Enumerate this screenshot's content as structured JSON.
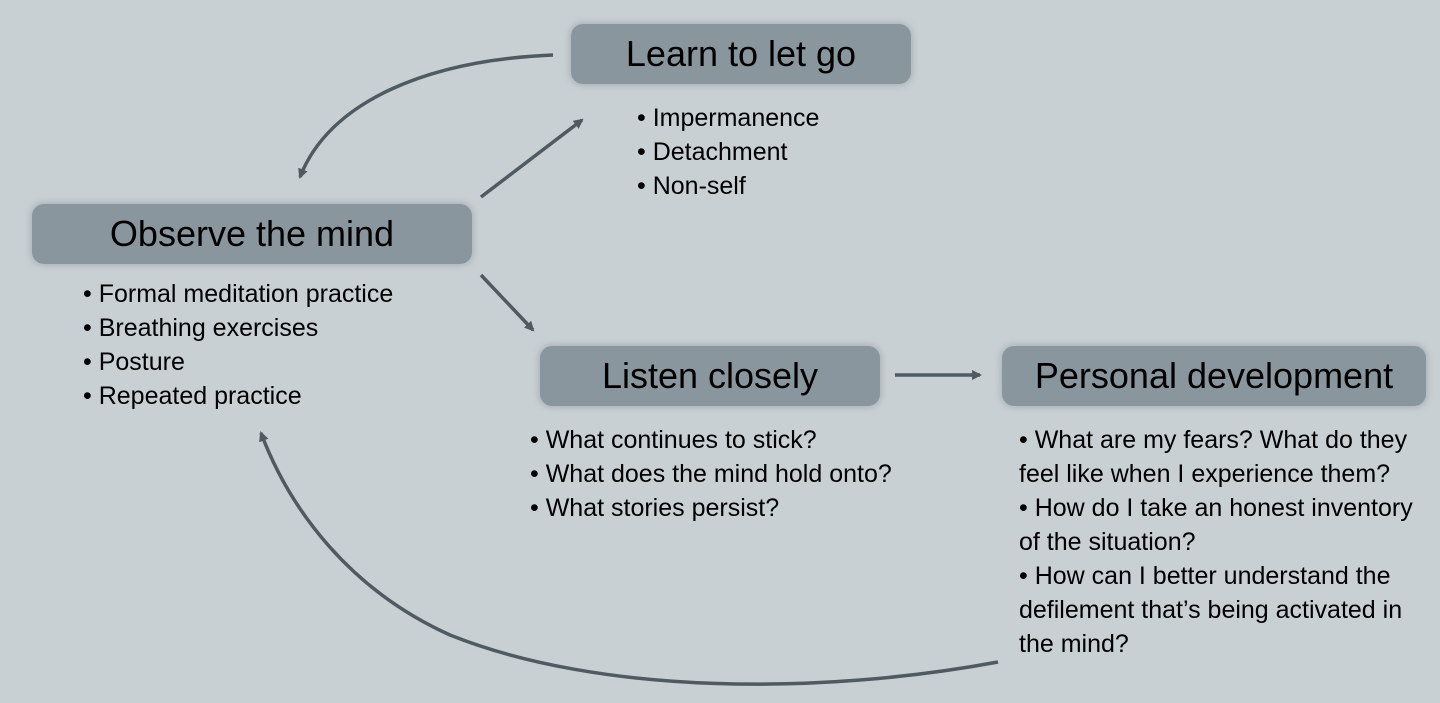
{
  "nodes": {
    "learn": {
      "title": "Learn to let go",
      "items": [
        "Impermanence",
        "Detachment",
        "Non-self"
      ]
    },
    "observe": {
      "title": "Observe the mind",
      "items": [
        "Formal meditation practice",
        "Breathing exercises",
        "Posture",
        "Repeated practice"
      ]
    },
    "listen": {
      "title": "Listen closely",
      "items": [
        "What continues to stick?",
        "What does the mind hold onto?",
        "What stories persist?"
      ]
    },
    "personal": {
      "title": "Personal development",
      "items": [
        "What are my fears? What do they feel like when I experience them?",
        "How do I take an honest inventory of the situation?",
        "How can I better understand the defilement that’s being activated in the mind?"
      ]
    }
  },
  "colors": {
    "background": "#c9d0d4",
    "node_fill": "#8a969e",
    "arrow": "#4f5a61"
  }
}
